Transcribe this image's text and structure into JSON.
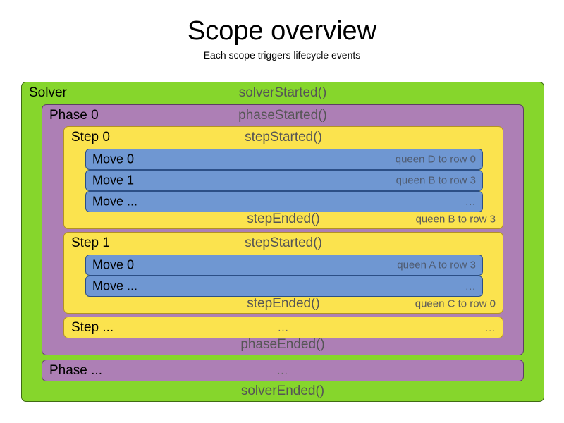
{
  "header": {
    "title": "Scope overview",
    "subtitle": "Each scope triggers lifecycle events"
  },
  "colors": {
    "solver": "#86d62c",
    "phase": "#ad7fb5",
    "step": "#fbe34e",
    "move": "#6f97d2",
    "label_text": "#000000",
    "event_text": "#555555",
    "background": "#ffffff"
  },
  "solver": {
    "label": "Solver",
    "started_event": "solverStarted()",
    "ended_event": "solverEnded()",
    "phases": [
      {
        "label": "Phase 0",
        "started_event": "phaseStarted()",
        "ended_event": "phaseEnded()",
        "steps": [
          {
            "label": "Step 0",
            "started_event": "stepStarted()",
            "ended_event": "stepEnded()",
            "ended_result": "queen B to row 3",
            "moves": [
              {
                "label": "Move 0",
                "result": "queen D to row 0"
              },
              {
                "label": "Move 1",
                "result": "queen B to row 3"
              },
              {
                "label": "Move ...",
                "result": "..."
              }
            ]
          },
          {
            "label": "Step 1",
            "started_event": "stepStarted()",
            "ended_event": "stepEnded()",
            "ended_result": "queen C to row 0",
            "moves": [
              {
                "label": "Move 0",
                "result": "queen A to row 3"
              },
              {
                "label": "Move ...",
                "result": "..."
              }
            ]
          },
          {
            "label": "Step ...",
            "started_event": "...",
            "ended_result": "..."
          }
        ]
      },
      {
        "label": "Phase ...",
        "started_event": "..."
      }
    ]
  }
}
